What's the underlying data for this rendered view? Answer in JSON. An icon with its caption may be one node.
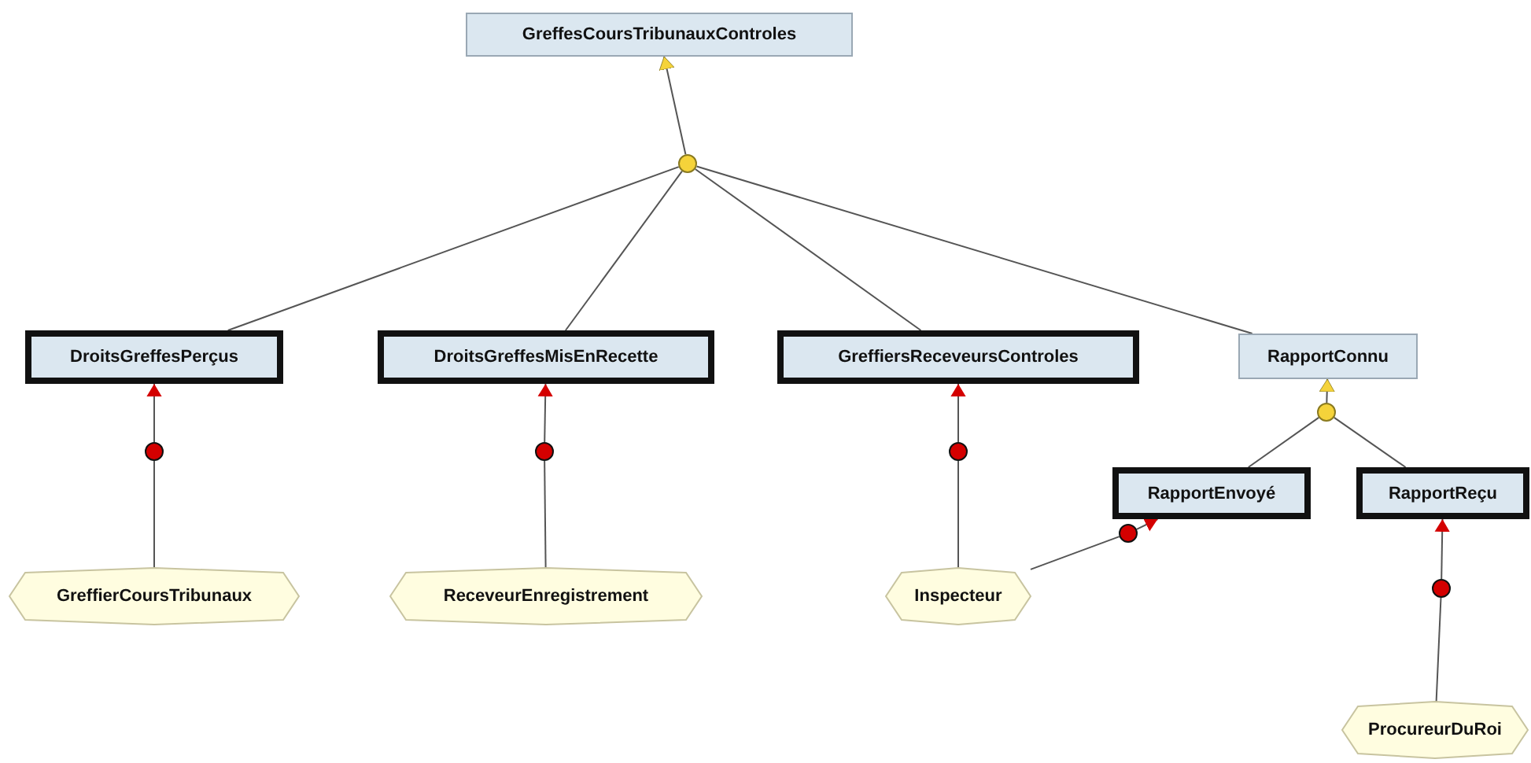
{
  "diagram": {
    "nodes": [
      {
        "text": [
          "GreffesCoursTribunauxControles"
        ]
      },
      {
        "text": [],
        "shape": "circle"
      },
      {
        "text": [
          "DroitsGreffesPerçus"
        ]
      },
      {
        "text": [
          "DroitsGreffesMisEnRecette"
        ]
      },
      {
        "text": [
          "GreffiersReceveursControles"
        ]
      },
      {
        "text": [
          "RapportConnu"
        ]
      },
      {
        "text": [],
        "shape": "circle"
      },
      {
        "text": [
          "RapportEnvoyé"
        ]
      },
      {
        "text": [
          "RapportReçu"
        ]
      },
      {
        "text": [],
        "shape": "circle"
      },
      {
        "text": [],
        "shape": "circle"
      },
      {
        "text": [],
        "shape": "circle"
      },
      {
        "text": [],
        "shape": "circle"
      },
      {
        "text": [],
        "shape": "circle"
      },
      {
        "text": [
          "GreffierCoursTribunaux"
        ]
      },
      {
        "text": [
          "ReceveurEnregistrement"
        ]
      },
      {
        "text": [
          "Inspecteur"
        ]
      },
      {
        "text": [
          "ProcureurDuRoi"
        ]
      }
    ],
    "edges": [
      {
        "from": 1,
        "to": 0,
        "arrow": "to"
      },
      {
        "from": 2,
        "to": 1,
        "arrow": "none"
      },
      {
        "from": 3,
        "to": 1,
        "arrow": "none"
      },
      {
        "from": 4,
        "to": 1,
        "arrow": "none"
      },
      {
        "from": 5,
        "to": 1,
        "arrow": "none"
      },
      {
        "from": 6,
        "to": 5,
        "arrow": "to"
      },
      {
        "from": 7,
        "to": 6,
        "arrow": "none"
      },
      {
        "from": 8,
        "to": 6,
        "arrow": "none"
      },
      {
        "from": 9,
        "to": 2,
        "arrow": "to"
      },
      {
        "from": 14,
        "to": 9,
        "arrow": "none"
      },
      {
        "from": 10,
        "to": 3,
        "arrow": "to"
      },
      {
        "from": 15,
        "to": 10,
        "arrow": "none"
      },
      {
        "from": 11,
        "to": 4,
        "arrow": "to"
      },
      {
        "from": 16,
        "to": 11,
        "arrow": "none"
      },
      {
        "from": 12,
        "to": 7,
        "arrow": "to"
      },
      {
        "from": 16,
        "to": 12,
        "arrow": "none"
      },
      {
        "from": 13,
        "to": 8,
        "arrow": "to"
      },
      {
        "from": 17,
        "to": 13,
        "arrow": "none"
      }
    ]
  }
}
